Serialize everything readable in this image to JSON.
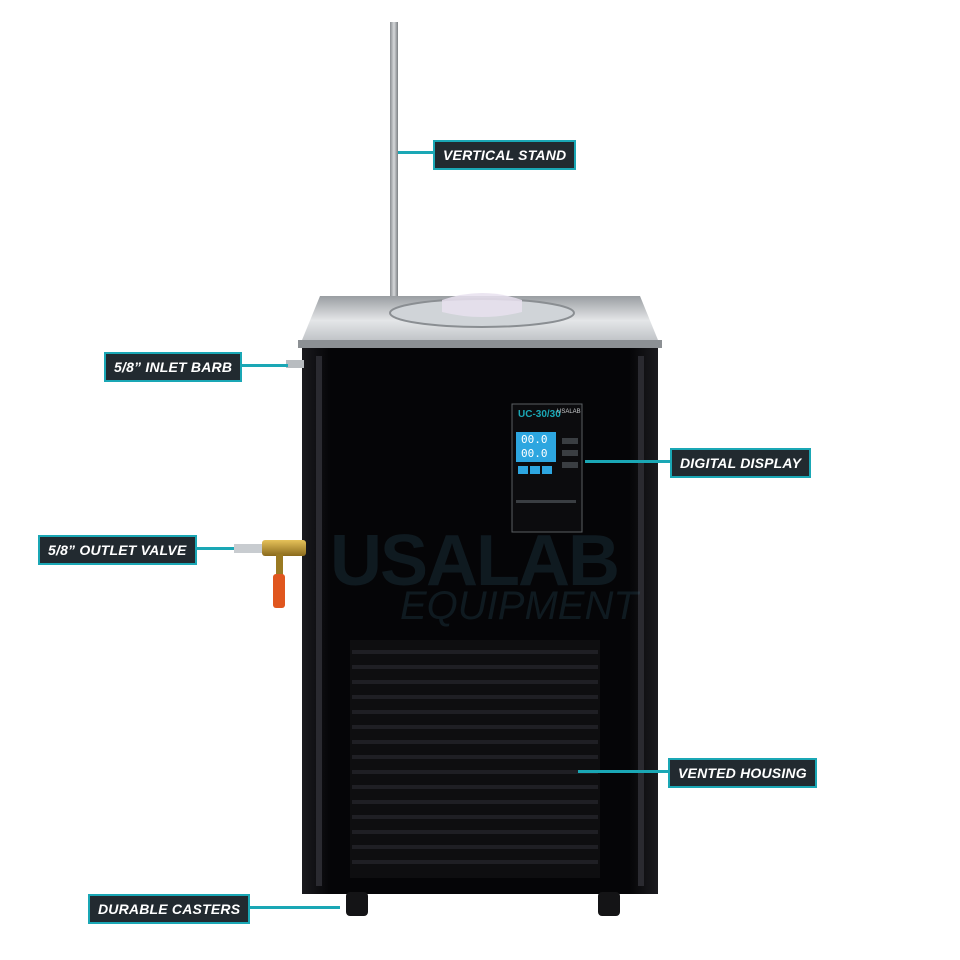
{
  "callouts": {
    "vertical_stand": "VERTICAL STAND",
    "inlet_barb": "5/8” INLET BARB",
    "digital_display": "DIGITAL DISPLAY",
    "outlet_valve": "5/8” OUTLET VALVE",
    "vented_housing": "VENTED HOUSING",
    "durable_casters": "DURABLE CASTERS"
  },
  "display": {
    "model_label": "UC-30/30",
    "brand_label": "USALAB",
    "readout_top": "00.0",
    "readout_bottom": "00.0"
  },
  "watermark": {
    "line1": "USALAB",
    "line2": "EQUIPMENT"
  },
  "colors": {
    "accent": "#1aa7b5",
    "tag_bg": "#222a30",
    "body": "#0a0a0c",
    "steel": "#c9cbcd"
  }
}
